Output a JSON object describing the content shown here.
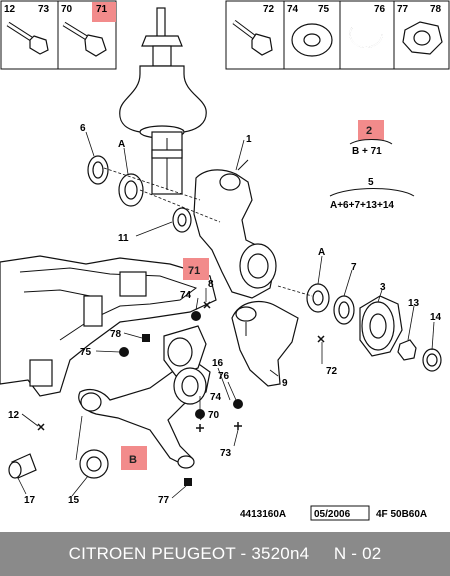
{
  "colors": {
    "highlight": "#f28b8b",
    "footer_bg": "#8a8a8a",
    "footer_text": "#ffffff"
  },
  "hardware_left": {
    "labels": [
      "12",
      "73",
      "70",
      "71"
    ]
  },
  "hardware_right": {
    "labels": [
      "72",
      "74",
      "75",
      "76",
      "77",
      "78"
    ]
  },
  "part_labels": {
    "p1": "1",
    "p2": "2",
    "p2_formula": "B + 71",
    "p5": "5",
    "p5_formula": "A+6+7+13+14",
    "p6": "6",
    "pA1": "A",
    "p11": "11",
    "pA2": "A",
    "p7": "7",
    "p3": "3",
    "p13": "13",
    "p14": "14",
    "p71": "71",
    "p8": "8",
    "p74a": "74",
    "p78": "78",
    "p75": "75",
    "p16": "16",
    "p76": "76",
    "p74b": "74",
    "p70": "70",
    "p73": "73",
    "p9": "9",
    "p72": "72",
    "p12": "12",
    "pB": "B",
    "p17": "17",
    "p15": "15",
    "p77": "77"
  },
  "footer_codes": {
    "ref": "4413160A",
    "date": "05/2006",
    "code": "4F 50B60A"
  },
  "footer_caption": "CITROEN PEUGEOT - 3520n4     N - 02"
}
